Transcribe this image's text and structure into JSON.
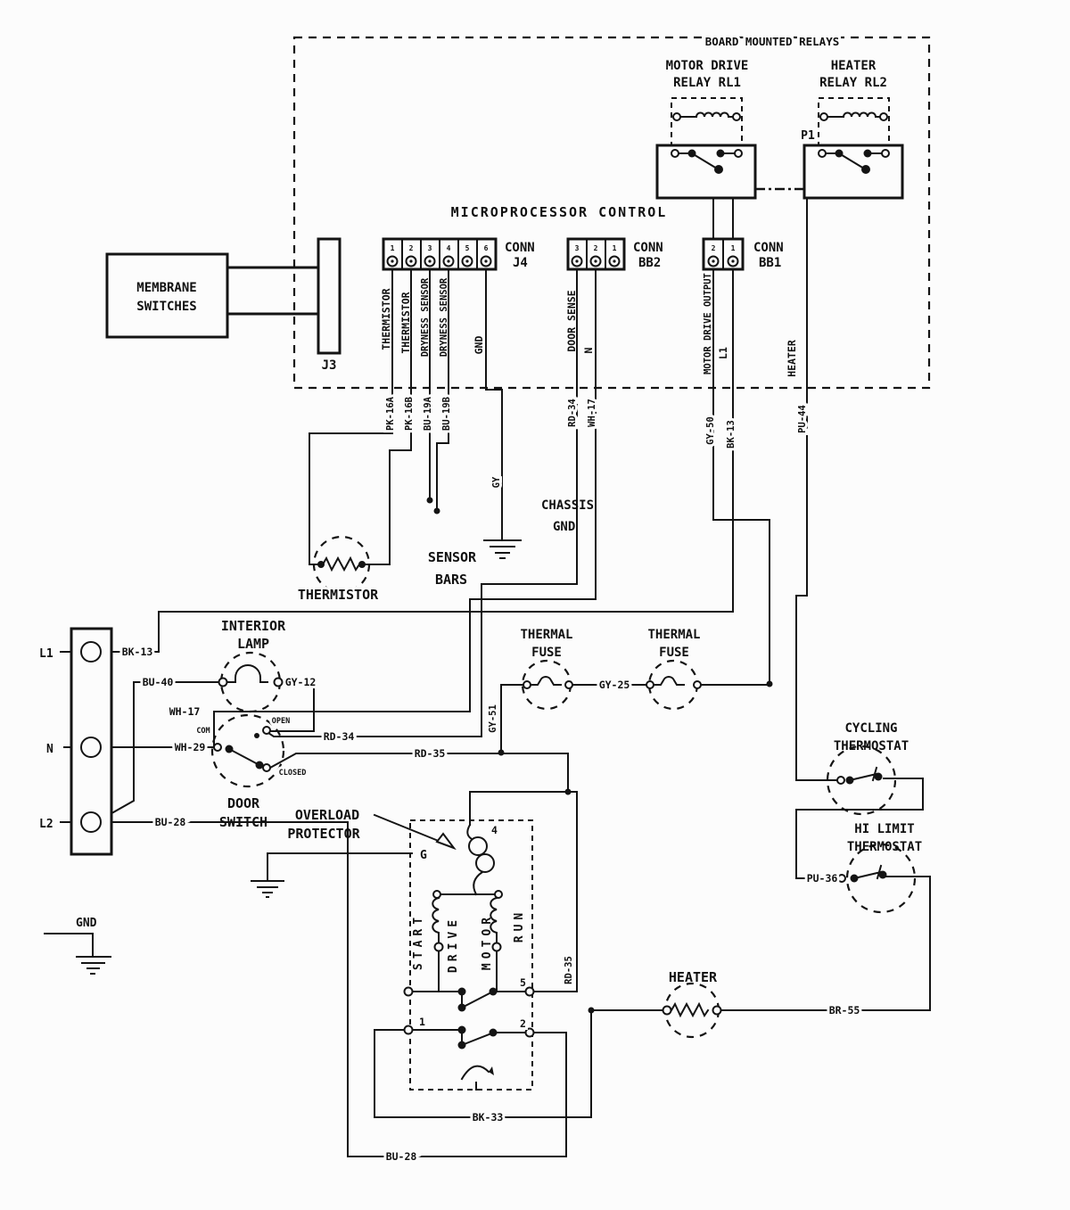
{
  "diagram": {
    "board": {
      "title": "BOARD MOUNTED RELAYS",
      "p1": "P1",
      "rl1": {
        "line1": "MOTOR DRIVE",
        "line2": "RELAY RL1"
      },
      "rl2": {
        "line1": "HEATER",
        "line2": "RELAY RL2"
      }
    },
    "micro": {
      "title": "MICROPROCESSOR CONTROL"
    },
    "conn_j4": {
      "label1": "CONN",
      "label2": "J4",
      "pins": [
        "1",
        "2",
        "3",
        "4",
        "5",
        "6"
      ]
    },
    "conn_bb2": {
      "label1": "CONN",
      "label2": "BB2",
      "pins": [
        "3",
        "2",
        "1"
      ]
    },
    "conn_bb1": {
      "label1": "CONN",
      "label2": "BB1",
      "pins": [
        "2",
        "1"
      ]
    },
    "membrane": {
      "line1": "MEMBRANE",
      "line2": "SWITCHES",
      "connector": "J3"
    },
    "signals": {
      "thermistor1": "THERMISTOR",
      "thermistor2": "THERMISTOR",
      "dryness1": "DRYNESS SENSOR",
      "dryness2": "DRYNESS SENSOR",
      "gnd": "GND",
      "door_sense": "DOOR SENSE",
      "neutral": "N",
      "motor_drive_output": "MOTOR DRIVE OUTPUT",
      "l1": "L1",
      "heater": "HEATER"
    },
    "wires": {
      "pk16a": "PK-16A",
      "pk16b": "PK-16B",
      "bu19a": "BU-19A",
      "bu19b": "BU-19B",
      "rd34": "RD-34",
      "wh17": "WH-17",
      "gy50": "GY-50",
      "bk13": "BK-13",
      "pu44": "PU-44",
      "gy": "GY",
      "bu40": "BU-40",
      "gy12": "GY-12",
      "wh29": "WH-29",
      "rd35": "RD-35",
      "gy51": "GY-51",
      "gy25": "GY-25",
      "pu36": "PU-36",
      "br55": "BR-55",
      "bk33": "BK-33",
      "bu28": "BU-28"
    },
    "components": {
      "chassis_gnd": {
        "line1": "CHASSIS",
        "line2": "GND"
      },
      "sensor_bars": {
        "line1": "SENSOR",
        "line2": "BARS"
      },
      "thermistor": "THERMISTOR",
      "interior_lamp": {
        "line1": "INTERIOR",
        "line2": "LAMP"
      },
      "door_switch": {
        "line1": "DOOR",
        "line2": "SWITCH",
        "com": "COM",
        "open": "OPEN",
        "closed": "CLOSED"
      },
      "thermal_fuse": {
        "line1": "THERMAL",
        "line2": "FUSE"
      },
      "cycling_tstat": {
        "line1": "CYCLING",
        "line2": "THERMOSTAT"
      },
      "hi_limit_tstat": {
        "line1": "HI LIMIT",
        "line2": "THERMOSTAT"
      },
      "overload": {
        "line1": "OVERLOAD",
        "line2": "PROTECTOR"
      },
      "heater": "HEATER",
      "gnd": "GND",
      "motor": {
        "start": "START",
        "drive": "DRIVE",
        "motor": "MOTOR",
        "run": "RUN",
        "t1": "1",
        "t2": "2",
        "t4": "4",
        "t5": "5",
        "g": "G"
      }
    },
    "terminals": {
      "l1": "L1",
      "n": "N",
      "l2": "L2"
    }
  }
}
